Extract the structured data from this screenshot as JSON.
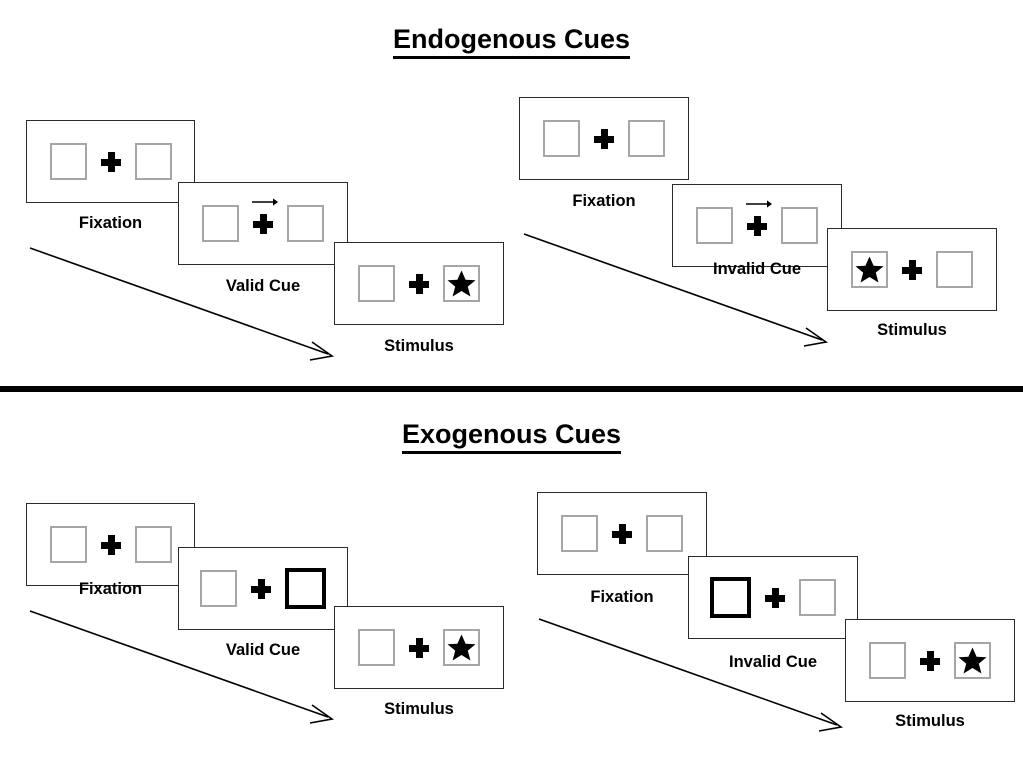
{
  "sections": [
    {
      "id": "endogenous",
      "title": "Endogenous Cues",
      "sequences": [
        {
          "id": "endogenous-valid",
          "frames": [
            {
              "label": "Fixation",
              "cue": "none",
              "cue_side": "",
              "target_side": ""
            },
            {
              "label": "Valid Cue",
              "cue": "arrow",
              "cue_side": "right",
              "target_side": ""
            },
            {
              "label": "Stimulus",
              "cue": "none",
              "cue_side": "",
              "target_side": "right"
            }
          ]
        },
        {
          "id": "endogenous-invalid",
          "frames": [
            {
              "label": "Fixation",
              "cue": "none",
              "cue_side": "",
              "target_side": ""
            },
            {
              "label": "Invalid Cue",
              "cue": "arrow",
              "cue_side": "right",
              "target_side": ""
            },
            {
              "label": "Stimulus",
              "cue": "none",
              "cue_side": "",
              "target_side": "left"
            }
          ]
        }
      ]
    },
    {
      "id": "exogenous",
      "title": "Exogenous Cues",
      "sequences": [
        {
          "id": "exogenous-valid",
          "frames": [
            {
              "label": "Fixation",
              "cue": "none",
              "cue_side": "",
              "target_side": ""
            },
            {
              "label": "Valid Cue",
              "cue": "highlight",
              "cue_side": "right",
              "target_side": ""
            },
            {
              "label": "Stimulus",
              "cue": "none",
              "cue_side": "",
              "target_side": "right"
            }
          ]
        },
        {
          "id": "exogenous-invalid",
          "frames": [
            {
              "label": "Fixation",
              "cue": "none",
              "cue_side": "",
              "target_side": ""
            },
            {
              "label": "Invalid Cue",
              "cue": "highlight",
              "cue_side": "left",
              "target_side": ""
            },
            {
              "label": "Stimulus",
              "cue": "none",
              "cue_side": "",
              "target_side": "right"
            }
          ]
        }
      ]
    }
  ],
  "labels": {
    "endogenous_title": "Endogenous Cues",
    "exogenous_title": "Exogenous Cues",
    "fixation": "Fixation",
    "valid_cue": "Valid Cue",
    "invalid_cue": "Invalid Cue",
    "stimulus": "Stimulus"
  },
  "colors": {
    "box_outline": "#a6a6a6",
    "cued_box_outline": "#000000",
    "frame_outline": "#2a2a2a",
    "text": "#000000",
    "divider": "#000000",
    "background": "#ffffff"
  },
  "icons": {
    "fixation_cross": "fixation-cross-icon",
    "cue_arrow": "right-arrow-cue-icon",
    "target_star": "star-target-icon",
    "time_flow": "time-flow-arrow-icon"
  }
}
